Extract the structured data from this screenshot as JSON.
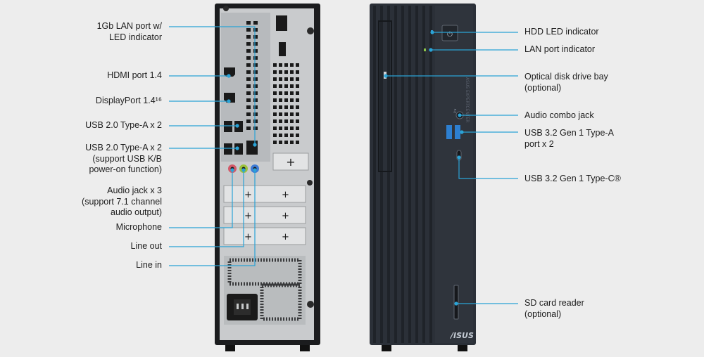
{
  "colors": {
    "background": "#ededed",
    "callout_line": "#2aa3d6",
    "case_dark": "#1b1c1e",
    "front_panel": "#2b3038",
    "rear_plate": "#c9cbcd",
    "usb3_port": "#2d7fd0",
    "jack_pink": "#d25a6a",
    "jack_green": "#9bc23c",
    "jack_blue": "#3d7bd6"
  },
  "rear_labels": {
    "lan_port": "1Gb LAN port w/\nLED indicator",
    "hdmi": "HDMI port 1.4",
    "displayport": "DisplayPort 1.4¹⁶",
    "usb20_a": "USB 2.0 Type-A x 2",
    "usb20_a_kb": "USB 2.0 Type-A x 2\n(support USB K/B\npower-on function)",
    "audio_jack": "Audio jack x 3\n(support 7.1 channel\naudio output)",
    "microphone": "Microphone",
    "line_out": "Line out",
    "line_in": "Line in"
  },
  "front_labels": {
    "hdd_led": "HDD LED indicator",
    "lan_indicator": "LAN port indicator",
    "optical_bay": "Optical disk drive bay\n(optional)",
    "audio_combo": "Audio combo jack",
    "usb32_a": "USB 3.2 Gen 1 Type-A\nport x 2",
    "usb32_c": "USB 3.2 Gen 1 Type-C®",
    "sd_reader": "SD card reader\n(optional)"
  },
  "brand": {
    "logo_text": "/ISUS",
    "side_text": "ASUS EXPERTCENTER"
  },
  "icons": {
    "power": "power-icon",
    "headphone": "headphone-icon",
    "usb": "usb-icon"
  }
}
